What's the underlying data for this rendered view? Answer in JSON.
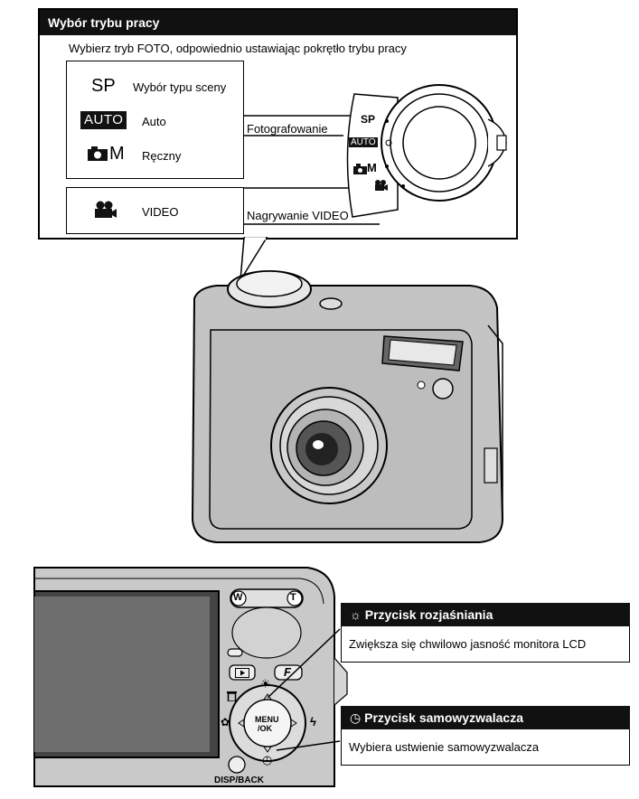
{
  "panel": {
    "title": "Wybór trybu pracy",
    "intro": "Wybierz tryb FOTO, odpowiednio ustawiając pokrętło trybu pracy",
    "modes": [
      {
        "symbol": "SP",
        "label": "Wybór typu sceny"
      },
      {
        "symbol": "AUTO",
        "label": "Auto"
      },
      {
        "symbol": "M",
        "label": "Ręczny"
      },
      {
        "symbol": "",
        "label": "VIDEO"
      }
    ],
    "group_photo": "Fotografowanie",
    "group_video": "Nagrywanie VIDEO",
    "dial_labels": {
      "sp": "SP",
      "auto": "AUTO",
      "manual": "M"
    }
  },
  "camera_back": {
    "zoom_w": "W",
    "zoom_t": "T",
    "f_button": "F",
    "menu_ok_line1": "MENU",
    "menu_ok_line2": "/OK",
    "disp_back": "DISP/BACK"
  },
  "callouts": [
    {
      "title": "Przycisk rozjaśniania",
      "text": "Zwiększa się chwilowo jasność monitora LCD"
    },
    {
      "title": "Przycisk samowyzwalacza",
      "text": "Wybiera ustwienie samowyzwalacza"
    }
  ],
  "icons": [
    "sun-icon",
    "self-timer-icon",
    "camera-icon",
    "video-camera-icon",
    "trash-icon",
    "macro-icon",
    "flash-icon",
    "playback-icon"
  ]
}
